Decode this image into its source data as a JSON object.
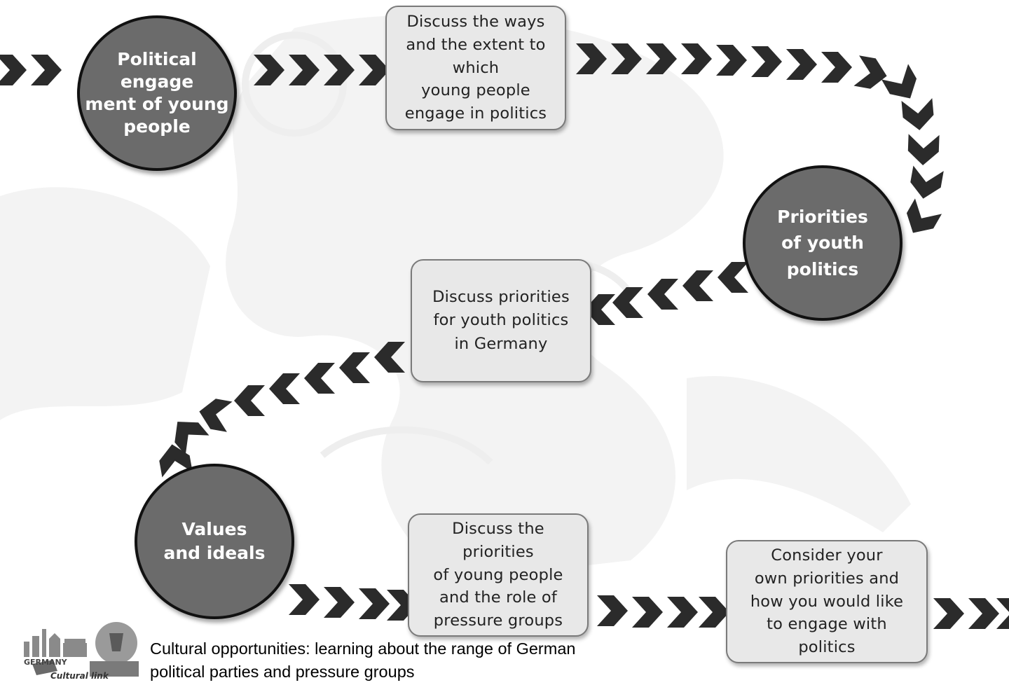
{
  "steps": {
    "political_engagement": "Political engage\nment of young\npeople",
    "discuss_ways": "Discuss the ways\nand the extent to\nwhich\nyoung people\nengage in politics",
    "priorities_youth": "Priorities\nof youth\npolitics",
    "discuss_priorities_germany": "Discuss priorities\nfor youth politics\nin Germany",
    "values_ideals": "Values\nand ideals",
    "discuss_pressure_groups": "Discuss the\npriorities\nof young people\nand the role of\npressure groups",
    "consider_own": "Consider your\nown priorities and\nhow you would like\nto engage with\npolitics"
  },
  "caption": {
    "line1": "Cultural opportunities: learning about the range of German",
    "line2": "political parties and pressure groups"
  },
  "logo": {
    "text_top": "GERMANY",
    "text_bottom": "Cultural link"
  },
  "colors": {
    "circle_fill": "#6b6b6b",
    "circle_border": "#111111",
    "box_fill": "#e8e8e8",
    "box_border": "#7a7a7a",
    "chevron": "#2b2b2b"
  }
}
